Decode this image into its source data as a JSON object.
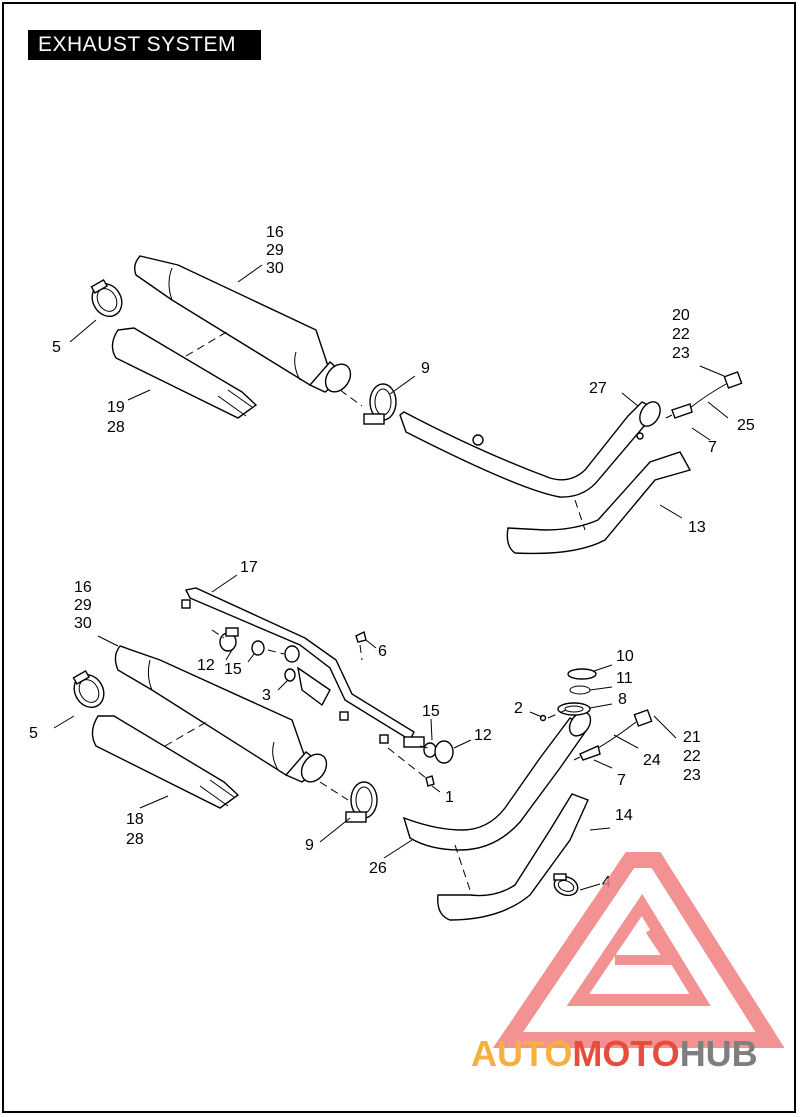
{
  "title": "EXHAUST SYSTEM",
  "watermark": {
    "part1": "AUTO",
    "part2": "MOTO",
    "part3": "HUB",
    "colors": {
      "orange": "#f5b041",
      "red": "#e74c3c",
      "gray": "#7f7f7f",
      "logo": "#f08080"
    }
  },
  "callouts": {
    "c16a": "16",
    "c29a": "29",
    "c30a": "30",
    "c5a": "5",
    "c19": "19",
    "c28a": "28",
    "c9a": "9",
    "c27": "27",
    "c20": "20",
    "c22a": "22",
    "c23a": "23",
    "c25": "25",
    "c7a": "7",
    "c13": "13",
    "c17": "17",
    "c16b": "16",
    "c29b": "29",
    "c30b": "30",
    "c12a": "12",
    "c15a": "15",
    "c6": "6",
    "c3": "3",
    "c5b": "5",
    "c18": "18",
    "c28b": "28",
    "c15b": "15",
    "c12b": "12",
    "c1": "1",
    "c9b": "9",
    "c26": "26",
    "c10": "10",
    "c11": "11",
    "c8": "8",
    "c2": "2",
    "c21": "21",
    "c22b": "22",
    "c23b": "23",
    "c24": "24",
    "c7b": "7",
    "c14": "14",
    "c4": "4"
  }
}
